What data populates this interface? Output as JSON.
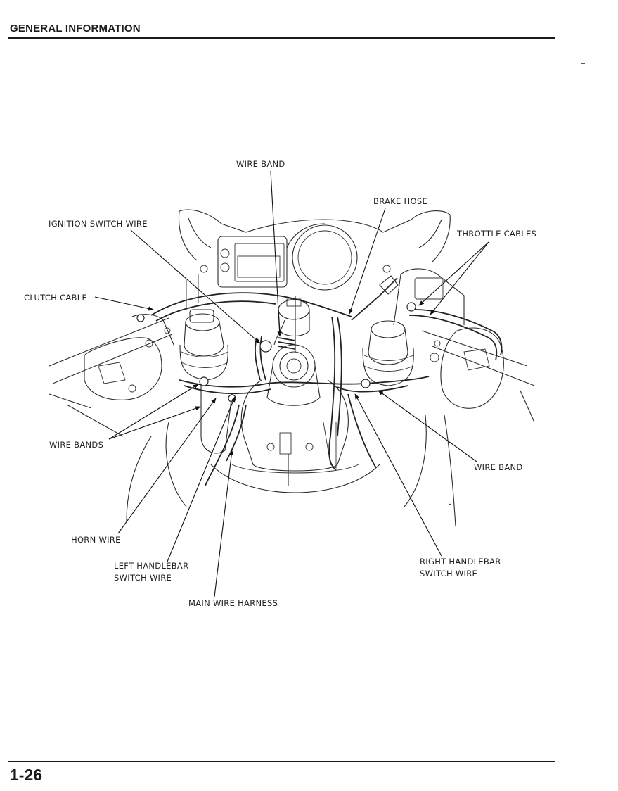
{
  "header": {
    "title": "GENERAL INFORMATION"
  },
  "footer": {
    "page_number": "1-26"
  },
  "diagram": {
    "callouts": {
      "wire_band_top": "WIRE BAND",
      "brake_hose": "BRAKE HOSE",
      "ignition_switch_wire": "IGNITION SWITCH WIRE",
      "throttle_cables": "THROTTLE CABLES",
      "clutch_cable": "CLUTCH CABLE",
      "wire_bands": "WIRE BANDS",
      "wire_band_right": "WIRE BAND",
      "horn_wire": "HORN WIRE",
      "left_handlebar_1": "LEFT HANDLEBAR",
      "left_handlebar_2": "SWITCH WIRE",
      "right_handlebar_1": "RIGHT HANDLEBAR",
      "right_handlebar_2": "SWITCH WIRE",
      "main_wire_harness": "MAIN WIRE HARNESS"
    }
  }
}
